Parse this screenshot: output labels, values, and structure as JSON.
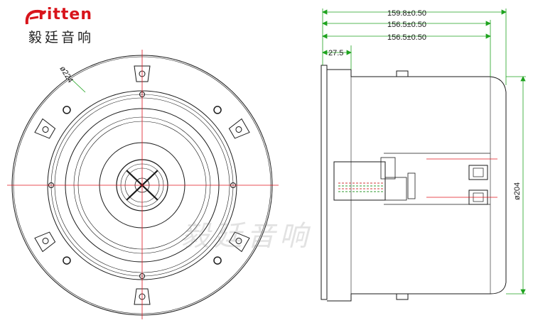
{
  "logo": {
    "brand": "ritten",
    "chinese": "毅廷音响",
    "brand_color": "#d8141b"
  },
  "watermark": "毅廷音响",
  "front_view": {
    "diameter_label": "ø224"
  },
  "side_view": {
    "dim_overall": "159.8±0.50",
    "dim_body_1": "156.5±0.50",
    "dim_body_2": "156.5±0.50",
    "dim_flange": "27.5",
    "dim_height": "ø204"
  },
  "colors": {
    "outline": "#1a1a1a",
    "centerline": "#e0141e",
    "dimension": "#1fa31f",
    "wire_red": "#d23a3a",
    "wire_green": "#2f9a2f"
  }
}
